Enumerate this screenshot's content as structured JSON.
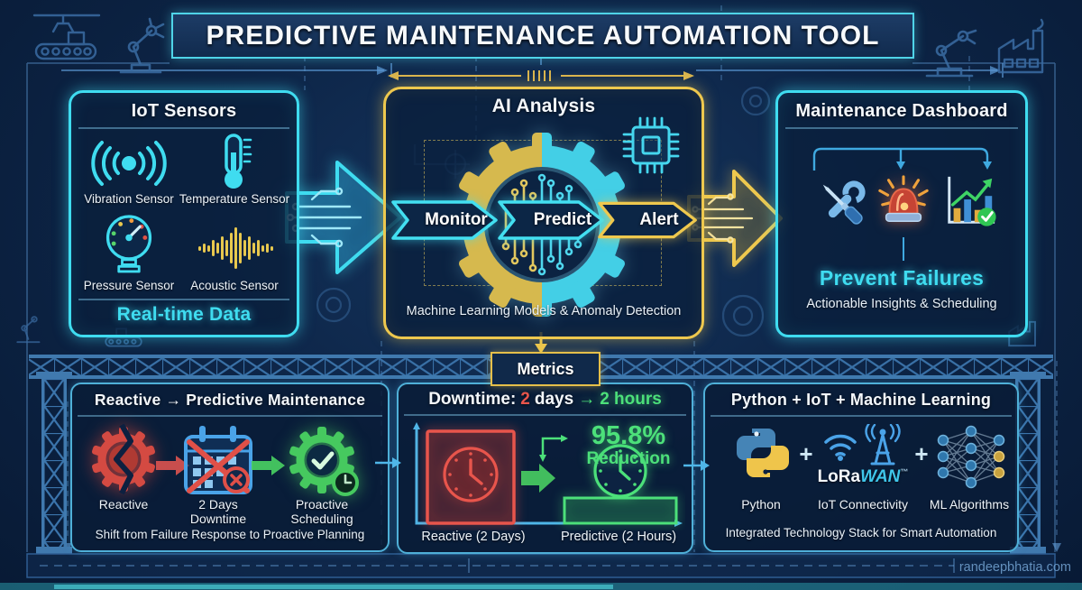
{
  "header": {
    "title": "PREDICTIVE MAINTENANCE AUTOMATION TOOL"
  },
  "flow": {
    "iot": {
      "title": "IoT Sensors",
      "sensors": [
        {
          "label": "Vibration Sensor",
          "icon": "vibration-icon"
        },
        {
          "label": "Temperature Sensor",
          "icon": "thermometer-icon"
        },
        {
          "label": "Pressure Sensor",
          "icon": "pressure-gauge-icon"
        },
        {
          "label": "Acoustic Sensor",
          "icon": "waveform-icon"
        }
      ],
      "footer": "Real-time Data"
    },
    "ai": {
      "title": "AI Analysis",
      "steps": [
        {
          "label": "Monitor"
        },
        {
          "label": "Predict"
        },
        {
          "label": "Alert"
        }
      ],
      "caption": "Machine Learning Models & Anomaly Detection"
    },
    "dashboard": {
      "title": "Maintenance Dashboard",
      "icons": [
        "tools-icon",
        "alarm-icon",
        "analytics-chart-icon"
      ],
      "headline": "Prevent Failures",
      "caption": "Actionable Insights & Scheduling"
    }
  },
  "metrics": {
    "label": "Metrics",
    "shift": {
      "title": "Reactive → Predictive Maintenance",
      "items": [
        {
          "line1": "Reactive",
          "line2": "",
          "icon": "broken-gear-icon"
        },
        {
          "line1": "2 Days",
          "line2": "Downtime",
          "icon": "calendar-x-icon"
        },
        {
          "line1": "Proactive",
          "line2": "Scheduling",
          "icon": "gear-check-icon"
        }
      ],
      "caption": "Shift from Failure Response to Proactive Planning"
    },
    "downtime": {
      "title_label": "Downtime:",
      "title_from": "2",
      "title_days": "days",
      "title_arrow": "→",
      "title_to": "2 hours",
      "reduction_value": "95.8%",
      "reduction_label": "Reduction",
      "bars": [
        {
          "label": "Reactive (2 Days)"
        },
        {
          "label": "Predictive (2 Hours)"
        }
      ],
      "chart_data": {
        "type": "bar",
        "categories": [
          "Reactive (2 Days)",
          "Predictive (2 Hours)"
        ],
        "values_hours": [
          48,
          2
        ],
        "reduction_percent": 95.8
      }
    },
    "stack": {
      "title": "Python + IoT + Machine Learning",
      "plus": "+",
      "lora_prefix": "LoRa",
      "lora_suffix": "WAN",
      "lora_tm": "™",
      "items": [
        {
          "label": "Python",
          "icon": "python-logo-icon"
        },
        {
          "label": "IoT Connectivity",
          "icon": "wifi-antenna-icon"
        },
        {
          "label": "ML Algorithms",
          "icon": "neural-network-icon"
        }
      ],
      "caption": "Integrated Technology Stack for Smart Automation"
    }
  },
  "footer": {
    "watermark": "randeepbhatia.com"
  },
  "colors": {
    "background": "#0c2244",
    "neon_cyan": "#3fdcf0",
    "neon_yellow": "#eec84e",
    "alert_red": "#e0544c",
    "success_green": "#4ce07a",
    "steel_blue": "#3b74ab",
    "text_white": "#f4f8fc"
  }
}
